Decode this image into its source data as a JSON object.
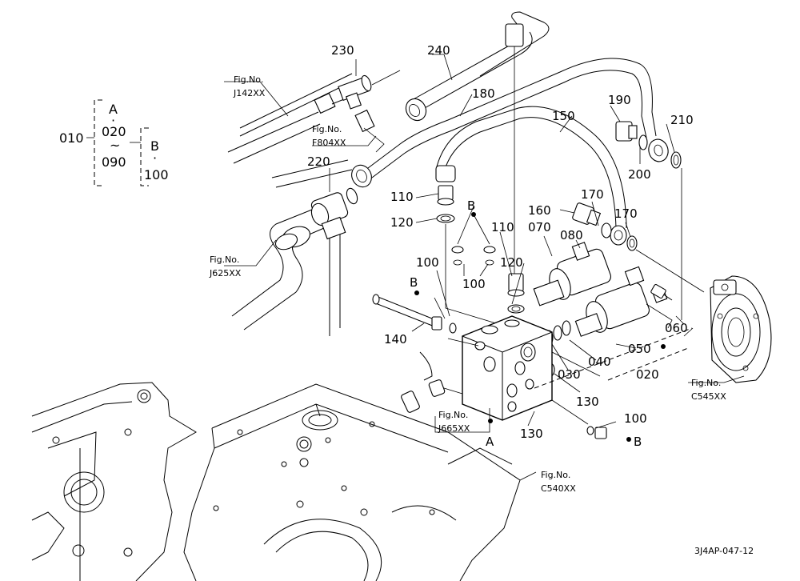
{
  "parts": {
    "p010": "010",
    "p020a": "020",
    "p090": "090",
    "p100a": "100",
    "p230": "230",
    "p240": "240",
    "p180": "180",
    "p150": "150",
    "p190": "190",
    "p210": "210",
    "p200": "200",
    "p220": "220",
    "p110a": "110",
    "p120a": "120",
    "p110b": "110",
    "p120b": "120",
    "p160": "160",
    "p170a": "170",
    "p170b": "170",
    "p070": "070",
    "p080": "080",
    "p100b": "100",
    "p100c": "100",
    "p140": "140",
    "p060": "060",
    "p050": "050",
    "p040": "040",
    "p030": "030",
    "p020b": "020",
    "p130a": "130",
    "p130b": "130",
    "p100d": "100"
  },
  "letters": {
    "A_legend": "A",
    "B_legend": "B",
    "B_top": "B",
    "B_left": "B",
    "B_right": "B",
    "A_bottom": "A"
  },
  "legend": {
    "dot": "·",
    "tilde": "~"
  },
  "refs": {
    "j142_a": "Fig.No.",
    "j142_b": "J142XX",
    "f804_a": "Fig.No.",
    "f804_b": "F804XX",
    "j625_a": "Fig.No.",
    "j625_b": "J625XX",
    "j665_a": "Fig.No.",
    "j665_b": "J665XX",
    "c545_a": "Fig.No.",
    "c545_b": "C545XX",
    "c540_a": "Fig.No.",
    "c540_b": "C540XX"
  },
  "drawing_code": "3J4AP-047-12"
}
